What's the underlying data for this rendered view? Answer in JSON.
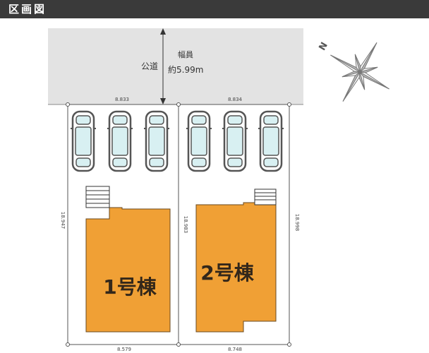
{
  "header": {
    "title": "区画図"
  },
  "road": {
    "label": "公道",
    "width_label": "幅員",
    "width_value": "約5.99m"
  },
  "lots": [
    {
      "name": "1号棟",
      "frontage": "8.833",
      "rear": "8.579",
      "depth": "18.947",
      "shared_depth": "18.983"
    },
    {
      "name": "2号棟",
      "frontage": "8.834",
      "rear": "8.748",
      "depth": "18.998"
    }
  ],
  "compass": {
    "north_label": "N",
    "north_heading_deg": 300
  },
  "parking": {
    "cars_per_lot": 3
  },
  "colors": {
    "header": "#3a3a3a",
    "road": "#e3e3e3",
    "building": "#f0a035",
    "building_text": "#33271a",
    "lot_line": "#555555",
    "car_window": "#d8f0f2",
    "car_body": "#555555"
  }
}
